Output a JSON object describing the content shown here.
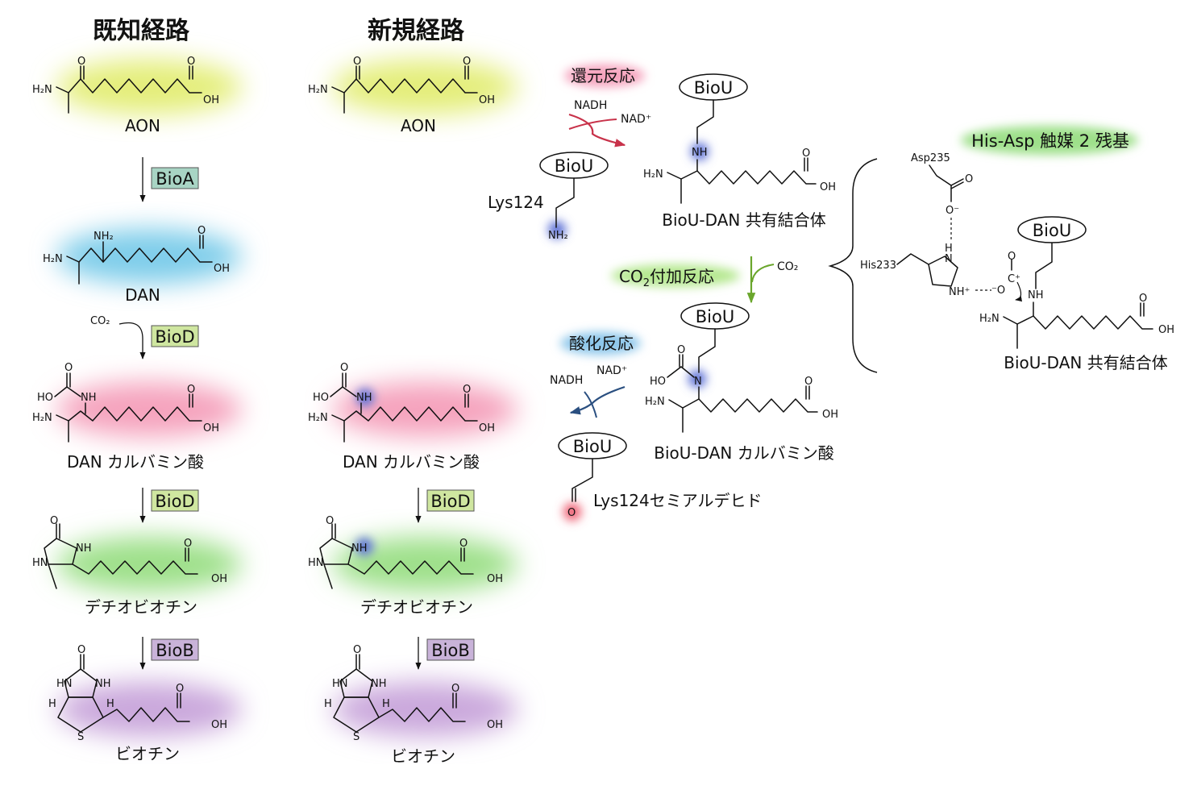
{
  "titles": {
    "known": "既知経路",
    "new": "新規経路"
  },
  "compounds": {
    "aon": "AON",
    "dan": "DAN",
    "dan_carbamate": "DAN カルバミン酸",
    "dethiobiotin": "デチオビオチン",
    "biotin": "ビオチン",
    "biou_dan_adduct": "BioU-DAN 共有結合体",
    "biou_dan_carbamate": "BioU-DAN カルバミン酸",
    "lys124": "Lys124",
    "lys124_semialdehyde": "Lys124セミアルデヒド"
  },
  "enzymes": {
    "bioa": "BioA",
    "biod": "BioD",
    "biob": "BioB",
    "biou": "BioU"
  },
  "reactions": {
    "reduction": "還元反応",
    "co2_addition_prefix": "CO",
    "co2_addition_sub": "2",
    "co2_addition_suffix": "付加反応",
    "oxidation": "酸化反応",
    "his_asp": "His-Asp 触媒 2 残基"
  },
  "atoms": {
    "h2n": "H₂N",
    "nh2": "NH₂",
    "oh": "OH",
    "o": "O",
    "nh": "NH",
    "hn": "HN",
    "ho": "HO",
    "n": "N",
    "s": "S",
    "h": "H",
    "co2": "CO₂",
    "nadh": "NADH",
    "nad": "NAD⁺",
    "asp235": "Asp235",
    "his233": "His233",
    "o_minus": "O⁻",
    "minus_o": "⁻O",
    "c_plus": "C⁺",
    "nh_plus": "NH⁺"
  },
  "colors": {
    "aon_glow": "#e4ee7a",
    "dan_glow": "#7fcdea",
    "carbamate_glow": "#f5a3bd",
    "dethiobiotin_glow": "#9ee08a",
    "biotin_glow": "#caa8dc",
    "blue_glow": "#5b6fd6",
    "red_glow": "#ee5a6e",
    "green_glow": "#9ee08a",
    "bioa_box": "#a8d4c4",
    "biod_box": "#cfe6a0",
    "biob_box": "#c9b3d9",
    "reduction_arrow": "#c8324a",
    "co2_arrow": "#6aa62c",
    "oxidation_arrow": "#2a4f80"
  }
}
